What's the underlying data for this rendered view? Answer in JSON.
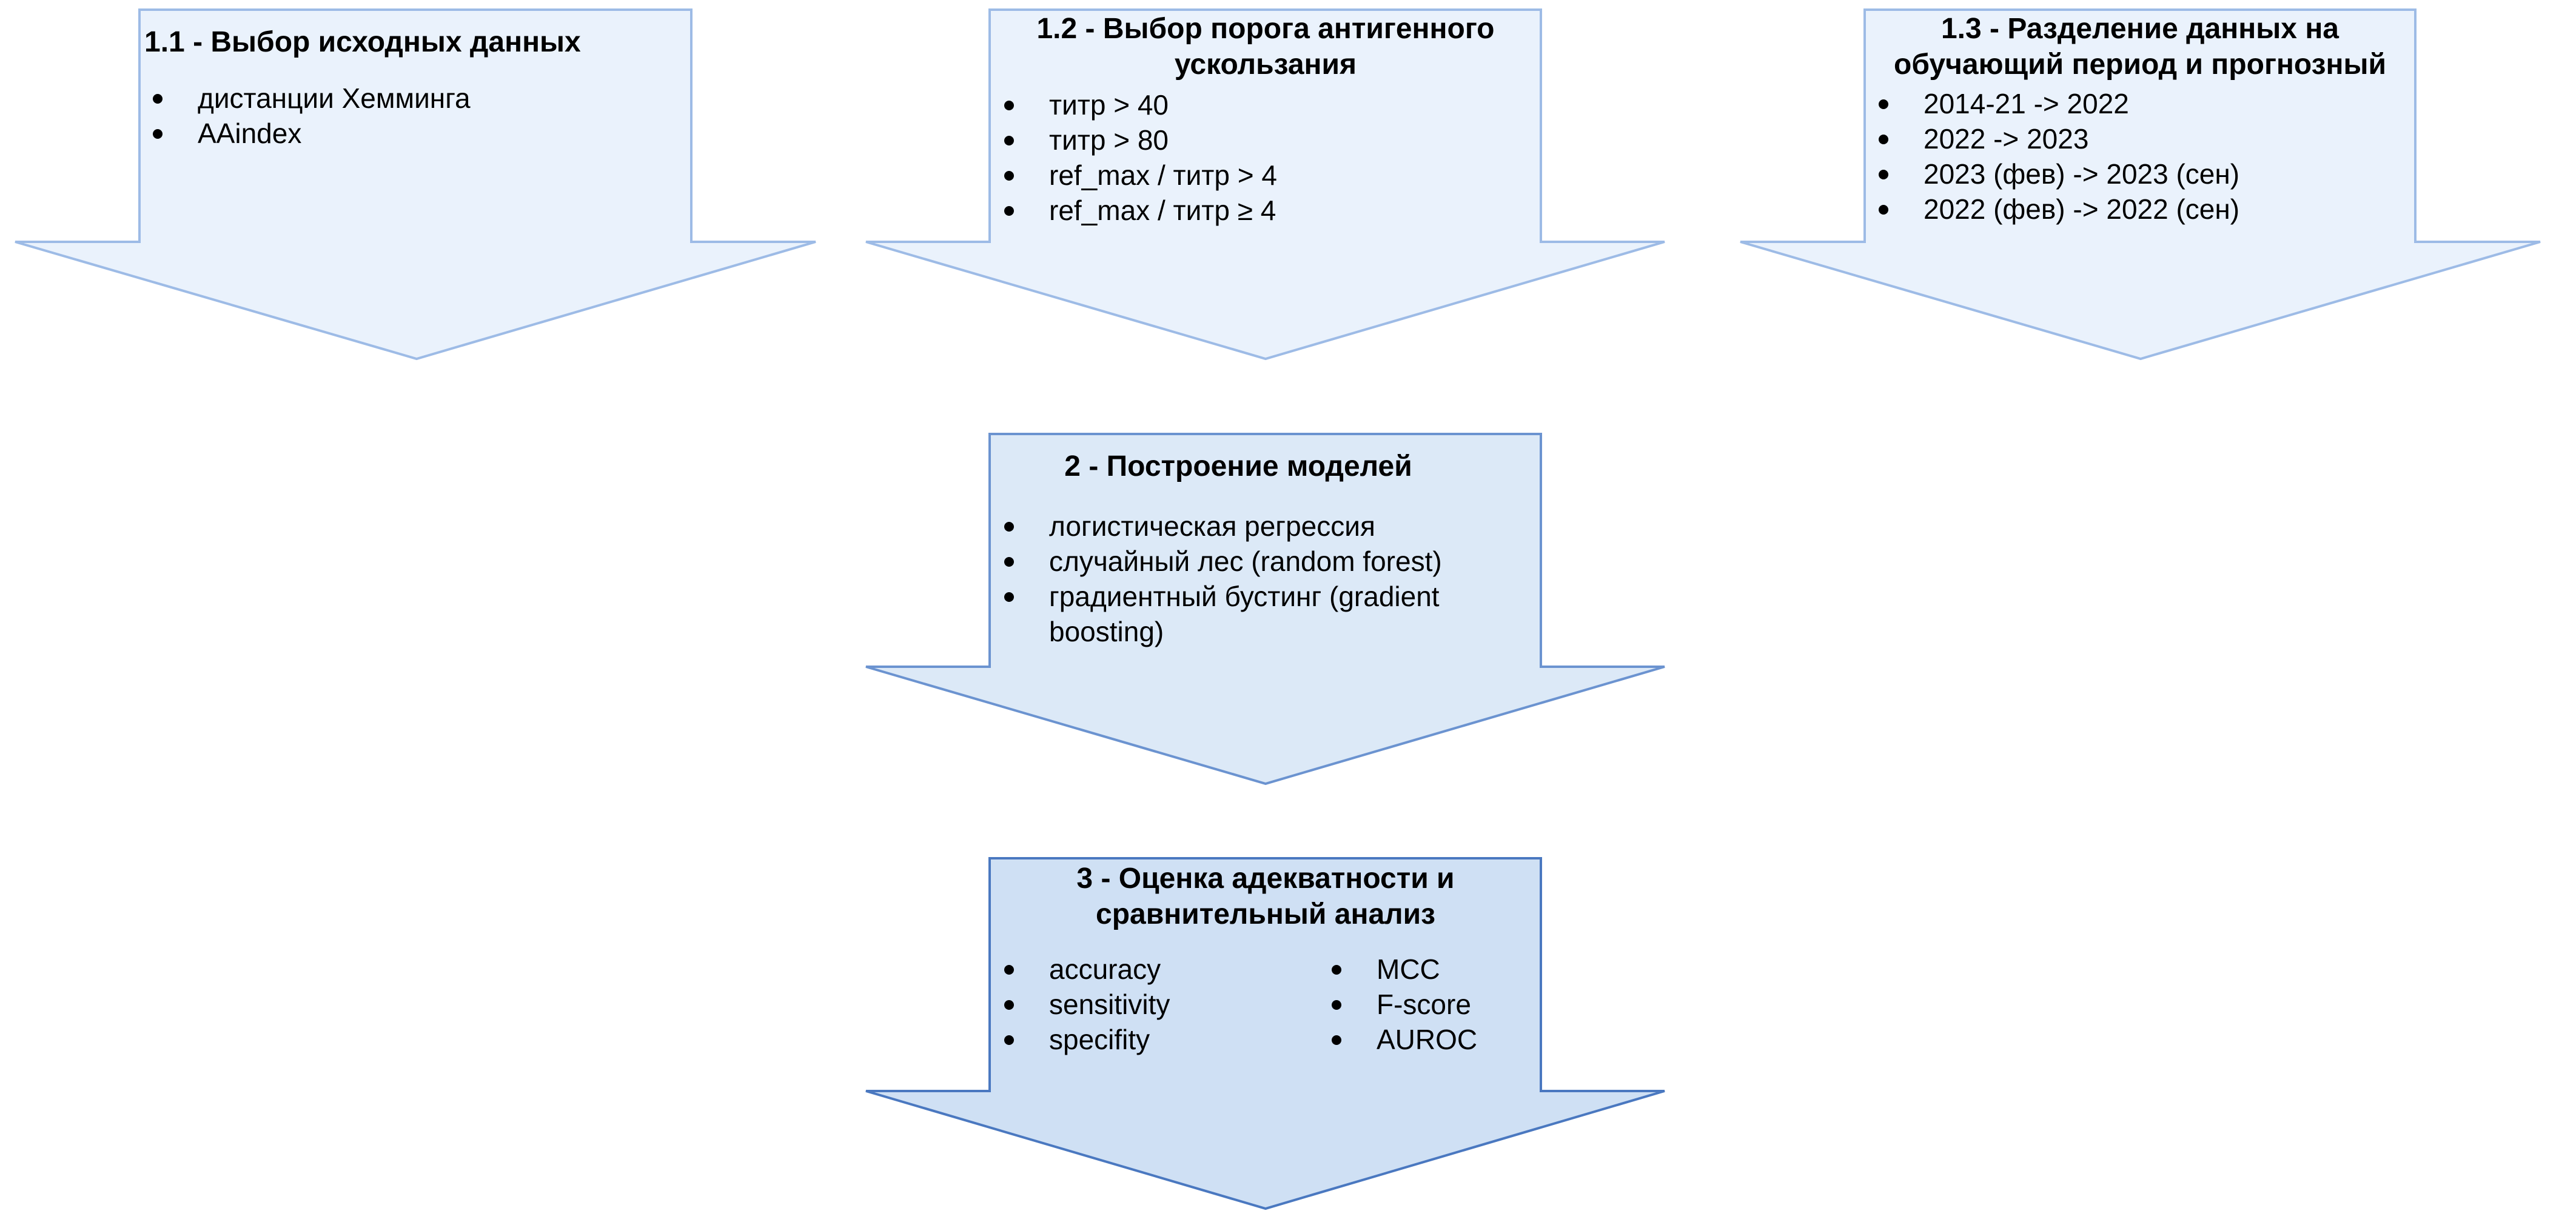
{
  "diagram": {
    "type": "process-flow",
    "colors": {
      "stage1_fill": "#eaf2fc",
      "stage1_stroke": "#9dbbe6",
      "stage2_fill": "#dce9f7",
      "stage2_stroke": "#6b93d0",
      "stage3_fill": "#cfe0f4",
      "stage3_stroke": "#4a78c0",
      "text": "#000000"
    },
    "blocks": [
      {
        "id": "1.1",
        "title": "1.1 - Выбор исходных данных",
        "items": [
          "дистанции Хемминга",
          "AAindex"
        ]
      },
      {
        "id": "1.2",
        "title": "1.2 - Выбор порога антигенного ускользания",
        "items": [
          "титр > 40",
          "титр > 80",
          "ref_max / титр > 4",
          "ref_max / титр ≥ 4"
        ]
      },
      {
        "id": "1.3",
        "title": "1.3 - Разделение данных на обучающий период и прогнозный",
        "items": [
          "2014-21 -> 2022",
          "2022 -> 2023",
          "2023 (фев) -> 2023 (сен)",
          "2022 (фев) -> 2022 (сен)"
        ]
      },
      {
        "id": "2",
        "title": "2 - Построение моделей",
        "items": [
          "логистическая регрессия",
          "случайный лес (random forest)",
          "градиентный бустинг (gradient boosting)"
        ]
      },
      {
        "id": "3",
        "title": "3 - Оценка адекватности и сравнительный анализ",
        "items_col1": [
          "accuracy",
          "sensitivity",
          "specifity"
        ],
        "items_col2": [
          "MCC",
          "F-score",
          "AUROC"
        ]
      }
    ]
  }
}
